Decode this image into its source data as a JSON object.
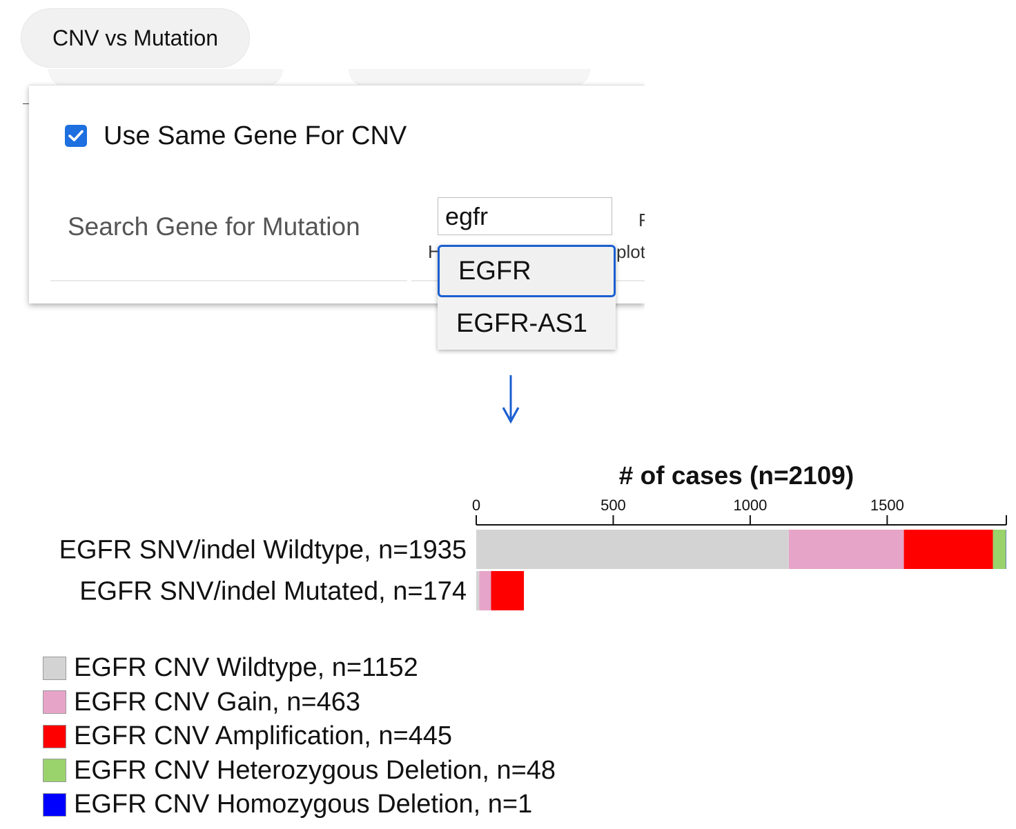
{
  "tab": {
    "label": "CNV vs Mutation"
  },
  "panel": {
    "checkbox_label": "Use Same Gene For CNV",
    "checkbox_checked": true,
    "search_label": "Search Gene for Mutation",
    "search_value": "egfr",
    "cut_right_text": "F",
    "cut_hint_left": "Hi",
    "cut_hint_right": "plot"
  },
  "dropdown": {
    "options": [
      "EGFR",
      "EGFR-AS1"
    ],
    "selected_index": 0
  },
  "arrow": {
    "icon": "arrow-down-icon",
    "color": "#1a5fd0"
  },
  "chart_data": {
    "type": "bar",
    "orientation": "horizontal",
    "stacked": true,
    "title": "# of cases (n=2109)",
    "xlim": [
      0,
      1935
    ],
    "x_ticks": [
      0,
      500,
      1000,
      1500
    ],
    "categories": [
      "EGFR SNV/indel Wildtype, n=1935",
      "EGFR SNV/indel Mutated, n=174"
    ],
    "series": [
      {
        "name": "EGFR CNV Wildtype, n=1152",
        "color": "#d3d3d3",
        "values": [
          1141,
          11
        ]
      },
      {
        "name": "EGFR CNV Gain, n=463",
        "color": "#e7a4c9",
        "values": [
          420,
          43
        ]
      },
      {
        "name": "EGFR CNV Amplification, n=445",
        "color": "#ff0000",
        "values": [
          325,
          120
        ]
      },
      {
        "name": "EGFR CNV Heterozygous Deletion, n=48",
        "color": "#9ad36b",
        "values": [
          48,
          0
        ]
      },
      {
        "name": "EGFR CNV Homozygous Deletion, n=1",
        "color": "#0000ff",
        "values": [
          1,
          0
        ]
      }
    ]
  }
}
